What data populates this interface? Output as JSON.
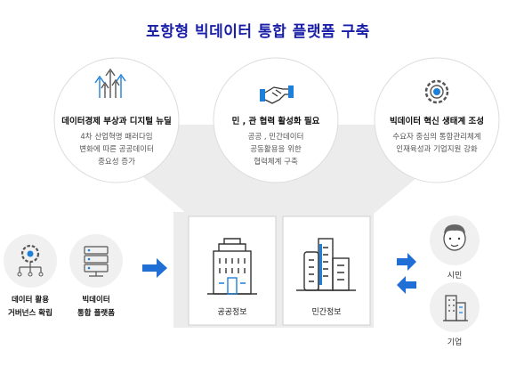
{
  "title": "포항형 빅데이터 통합 플랫폼 구축",
  "circles": [
    {
      "title": "데이터경제 부상과 디지털 뉴딜",
      "lines": [
        "4차 산업혁명 패러다임",
        "변화에 따른 공공데이터",
        "중요성 증가"
      ],
      "icon": "arrows-up-icon"
    },
    {
      "title": "민 , 관 협력 활성화 필요",
      "lines": [
        "공공 , 민간데이터",
        "공동활용을 위한",
        "협력체계 구축"
      ],
      "icon": "handshake-icon"
    },
    {
      "title": "빅데이터 혁신 생태계 조성",
      "lines": [
        "수요자 중심의 통합관리체계",
        "인재육성과 기업지원 강화"
      ],
      "icon": "gear-network-icon"
    }
  ],
  "left_items": [
    {
      "label_lines": [
        "데이터 활용",
        "거버넌스 확립"
      ],
      "icon": "gear-network-icon"
    },
    {
      "label_lines": [
        "빅데이터",
        "통합 플랫폼"
      ],
      "icon": "server-icon"
    }
  ],
  "boxes": [
    {
      "label": "공공정보",
      "icon": "government-building-icon"
    },
    {
      "label": "민간정보",
      "icon": "office-buildings-icon"
    }
  ],
  "people": [
    {
      "label": "시민",
      "icon": "person-icon"
    },
    {
      "label": "기업",
      "icon": "company-building-icon"
    }
  ],
  "colors": {
    "title": "#1a1fa8",
    "accent_blue": "#1e7fd8",
    "arrow_blue": "#1f6fd6",
    "panel": "#ececec",
    "circle_stroke": "#dddddd"
  }
}
